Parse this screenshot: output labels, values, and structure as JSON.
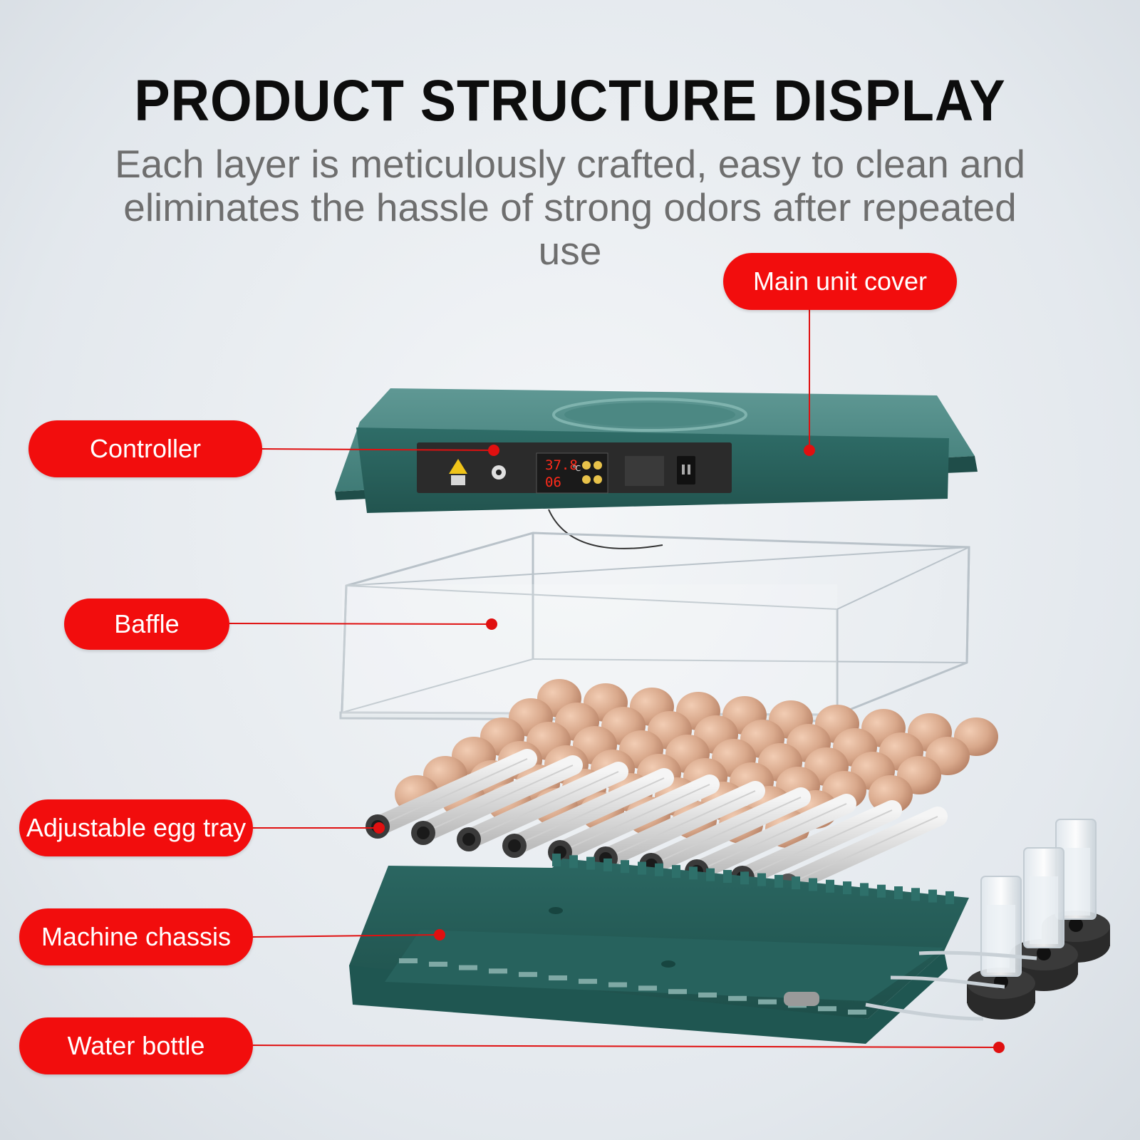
{
  "header": {
    "title": "PRODUCT STRUCTURE DISPLAY",
    "subtitle": "Each layer is meticulously crafted, easy to clean and eliminates the hassle of strong odors after repeated use"
  },
  "labels": {
    "main_unit_cover": "Main unit cover",
    "controller": "Controller",
    "baffle": "Baffle",
    "egg_tray": "Adjustable egg tray",
    "chassis": "Machine chassis",
    "water_bottle": "Water bottle"
  },
  "display": {
    "temperature": "37.8",
    "temp_unit": "℃",
    "days": "06"
  },
  "colors": {
    "accent_red": "#f20d0d",
    "housing_teal": "#2f6d68",
    "panel_dark": "#2b2b2b",
    "egg": "#d9a98c"
  }
}
